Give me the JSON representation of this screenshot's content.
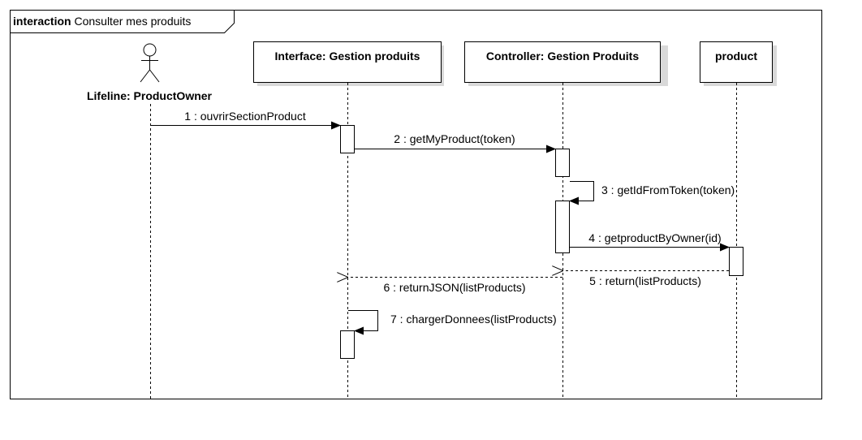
{
  "frame": {
    "keyword": "interaction",
    "name": "Consulter mes produits"
  },
  "actor": {
    "label": "Lifeline: ProductOwner"
  },
  "lifelines": [
    {
      "label": "Interface: Gestion produits"
    },
    {
      "label": "Controller: Gestion Produits"
    },
    {
      "label": "product"
    }
  ],
  "messages": [
    {
      "label": "1 : ouvrirSectionProduct",
      "kind": "sync"
    },
    {
      "label": "2 : getMyProduct(token)",
      "kind": "sync"
    },
    {
      "label": "3 : getIdFromToken(token)",
      "kind": "self"
    },
    {
      "label": "4 : getproductByOwner(id)",
      "kind": "sync"
    },
    {
      "label": "5 : return(listProducts)",
      "kind": "reply"
    },
    {
      "label": "6 : returnJSON(listProducts)",
      "kind": "reply"
    },
    {
      "label": "7 : chargerDonnees(listProducts)",
      "kind": "self"
    }
  ],
  "colors": {
    "line": "#000000",
    "background": "#ffffff"
  }
}
